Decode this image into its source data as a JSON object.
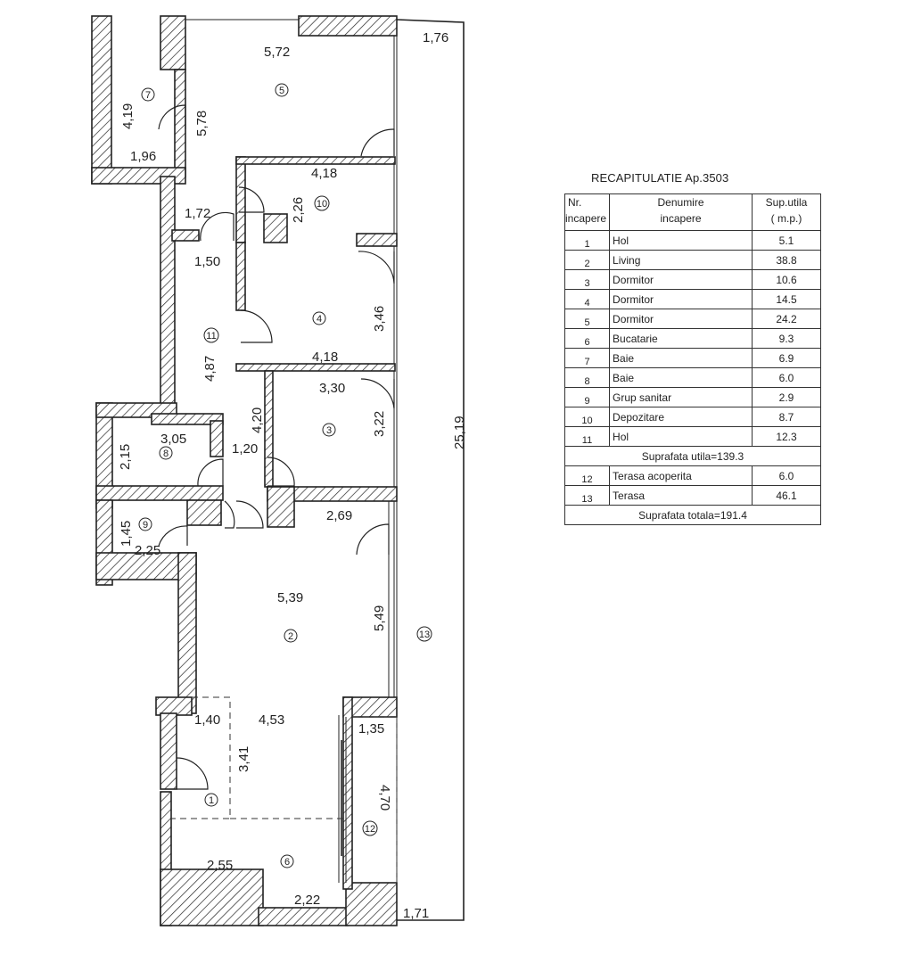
{
  "plan": {
    "dimensions": {
      "d_5_72": "5,72",
      "d_1_76": "1,76",
      "d_4_19": "4,19",
      "d_5_78": "5,78",
      "d_1_96": "1,96",
      "d_4_18a": "4,18",
      "d_2_26": "2,26",
      "d_1_72": "1,72",
      "d_1_50": "1,50",
      "d_3_46": "3,46",
      "d_4_18b": "4,18",
      "d_4_87": "4,87",
      "d_3_30": "3,30",
      "d_4_20": "4,20",
      "d_3_22": "3,22",
      "d_3_05": "3,05",
      "d_2_15": "2,15",
      "d_1_20": "1,20",
      "d_25_19": "25,19",
      "d_1_45": "1,45",
      "d_2_25": "2,25",
      "d_2_69": "2,69",
      "d_5_39": "5,39",
      "d_5_49": "5,49",
      "d_1_40": "1,40",
      "d_4_53": "4,53",
      "d_1_35": "1,35",
      "d_3_41": "3,41",
      "d_4_70": "4,70",
      "d_2_55": "2,55",
      "d_2_22": "2,22",
      "d_1_71": "1,71"
    },
    "room_markers": {
      "r1": "1",
      "r2": "2",
      "r3": "3",
      "r4": "4",
      "r5": "5",
      "r6": "6",
      "r7": "7",
      "r8": "8",
      "r9": "9",
      "r10": "10",
      "r11": "11",
      "r12": "12",
      "r13": "13"
    }
  },
  "recap": {
    "title": "RECAPITULATIE Ap.3503",
    "header": {
      "nr_line1": "Nr.",
      "nr_line2": "incapere",
      "name_line1": "Denumire",
      "name_line2": "incapere",
      "area_line1": "Sup.utila",
      "area_line2": "( m.p.)"
    },
    "rows": [
      {
        "nr": "1",
        "name": "Hol",
        "area": "5.1"
      },
      {
        "nr": "2",
        "name": "Living",
        "area": "38.8"
      },
      {
        "nr": "3",
        "name": "Dormitor",
        "area": "10.6"
      },
      {
        "nr": "4",
        "name": "Dormitor",
        "area": "14.5"
      },
      {
        "nr": "5",
        "name": "Dormitor",
        "area": "24.2"
      },
      {
        "nr": "6",
        "name": "Bucatarie",
        "area": "9.3"
      },
      {
        "nr": "7",
        "name": "Baie",
        "area": "6.9"
      },
      {
        "nr": "8",
        "name": "Baie",
        "area": "6.0"
      },
      {
        "nr": "9",
        "name": "Grup sanitar",
        "area": "2.9"
      },
      {
        "nr": "10",
        "name": "Depozitare",
        "area": "8.7"
      },
      {
        "nr": "11",
        "name": "Hol",
        "area": "12.3"
      }
    ],
    "subtotal": "Suprafata utila=139.3",
    "terrace_rows": [
      {
        "nr": "12",
        "name": "Terasa acoperita",
        "area": "6.0"
      },
      {
        "nr": "13",
        "name": "Terasa",
        "area": "46.1"
      }
    ],
    "total": "Suprafata totala=191.4"
  }
}
